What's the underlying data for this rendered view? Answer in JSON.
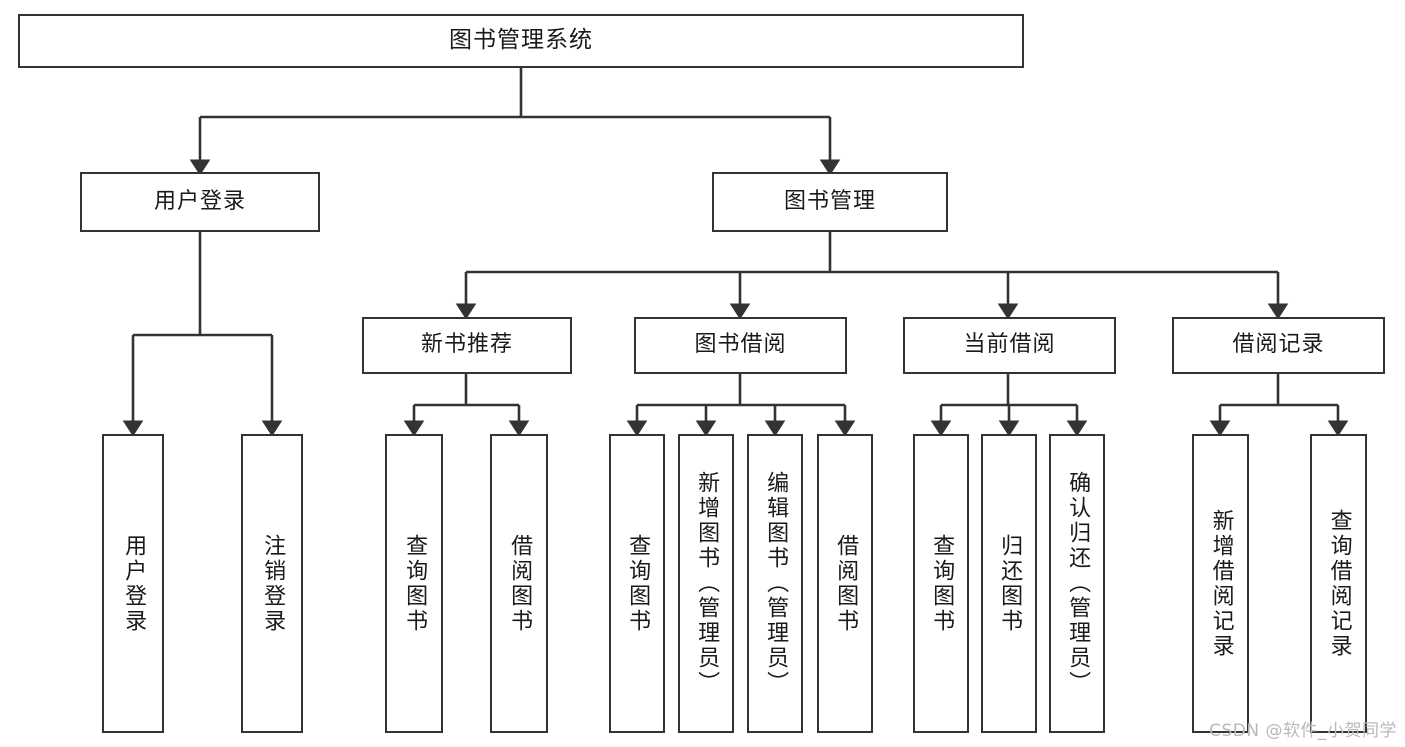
{
  "diagram": {
    "title": "图书管理系统",
    "type": "tree",
    "stroke_color": "#333333",
    "background_color": "#ffffff",
    "text_color": "#1a1a1a",
    "nodes": {
      "root": {
        "label": "图书管理系统",
        "orientation": "horizontal"
      },
      "level2": [
        {
          "label": "用户登录",
          "orientation": "horizontal"
        },
        {
          "label": "图书管理",
          "orientation": "horizontal"
        }
      ],
      "level3": [
        {
          "label": "新书推荐",
          "orientation": "horizontal"
        },
        {
          "label": "图书借阅",
          "orientation": "horizontal"
        },
        {
          "label": "当前借阅",
          "orientation": "horizontal"
        },
        {
          "label": "借阅记录",
          "orientation": "horizontal"
        }
      ],
      "leaves_user_login": [
        {
          "label": "用户登录",
          "orientation": "vertical"
        },
        {
          "label": "注销登录",
          "orientation": "vertical"
        }
      ],
      "leaves_new_book": [
        {
          "label": "查询图书",
          "orientation": "vertical"
        },
        {
          "label": "借阅图书",
          "orientation": "vertical"
        }
      ],
      "leaves_borrow": [
        {
          "label": "查询图书",
          "orientation": "vertical"
        },
        {
          "label": "新增图书（管理员）",
          "orientation": "vertical"
        },
        {
          "label": "编辑图书（管理员）",
          "orientation": "vertical"
        },
        {
          "label": "借阅图书",
          "orientation": "vertical"
        }
      ],
      "leaves_current": [
        {
          "label": "查询图书",
          "orientation": "vertical"
        },
        {
          "label": "归还图书",
          "orientation": "vertical"
        },
        {
          "label": "确认归还（管理员）",
          "orientation": "vertical"
        }
      ],
      "leaves_records": [
        {
          "label": "新增借阅记录",
          "orientation": "vertical"
        },
        {
          "label": "查询借阅记录",
          "orientation": "vertical"
        }
      ]
    }
  },
  "watermark": {
    "text": "CSDN @软件_小贺同学"
  }
}
